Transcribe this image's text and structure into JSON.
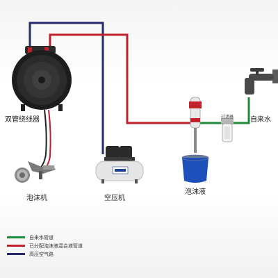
{
  "labels": {
    "reel": "双管绕线器",
    "tap_water": "自来水",
    "filter": "过滤器",
    "foam_machine": "泡沫机",
    "compressor": "空压机",
    "foam_liquid": "泡沫液"
  },
  "legend": [
    {
      "label": "自来水管道",
      "color": "#1f8a3a"
    },
    {
      "label": "已分配泡沫液混合液管道",
      "color": "#c0202a"
    },
    {
      "label": "高压空气路",
      "color": "#262a6e"
    }
  ],
  "colors": {
    "water": "#1f8a3a",
    "mixture": "#c0202a",
    "air": "#262a6e"
  }
}
